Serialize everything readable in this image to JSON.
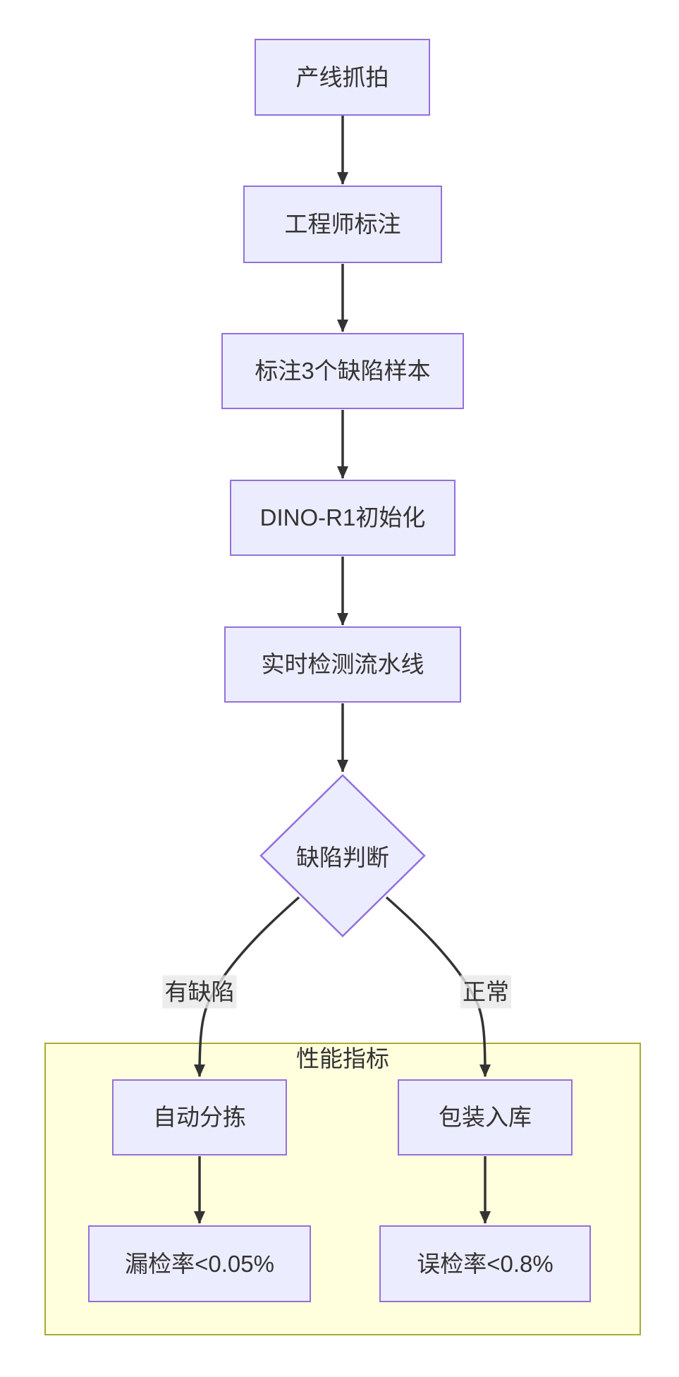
{
  "diagram": {
    "type": "flowchart",
    "background": "#ffffff",
    "node_fill": "#ECECFF",
    "node_border": "#9370DB",
    "edge_color": "#333333",
    "text_color": "#333333",
    "label_bg": "rgba(232,232,232,0.8)",
    "subgraph_fill": "#ffffde",
    "subgraph_border": "#aaaa33"
  },
  "nodes": {
    "capture": {
      "label": "产线抓拍"
    },
    "annotate": {
      "label": "工程师标注"
    },
    "samples": {
      "label": "标注3个缺陷样本"
    },
    "init": {
      "label": "DINO-R1初始化"
    },
    "pipeline": {
      "label": "实时检测流水线"
    },
    "decision": {
      "label": "缺陷判断"
    },
    "sorting": {
      "label": "自动分拣"
    },
    "packaging": {
      "label": "包装入库"
    },
    "miss_rate": {
      "label": "漏检率<0.05%"
    },
    "false_rate": {
      "label": "误检率<0.8%"
    }
  },
  "edge_labels": {
    "defect": "有缺陷",
    "normal": "正常"
  },
  "subgraph": {
    "title": "性能指标"
  },
  "edges": [
    {
      "from": "capture",
      "to": "annotate"
    },
    {
      "from": "annotate",
      "to": "samples"
    },
    {
      "from": "samples",
      "to": "init"
    },
    {
      "from": "init",
      "to": "pipeline"
    },
    {
      "from": "pipeline",
      "to": "decision"
    },
    {
      "from": "decision",
      "to": "sorting",
      "label": "有缺陷"
    },
    {
      "from": "decision",
      "to": "packaging",
      "label": "正常"
    },
    {
      "from": "sorting",
      "to": "miss_rate"
    },
    {
      "from": "packaging",
      "to": "false_rate"
    }
  ]
}
